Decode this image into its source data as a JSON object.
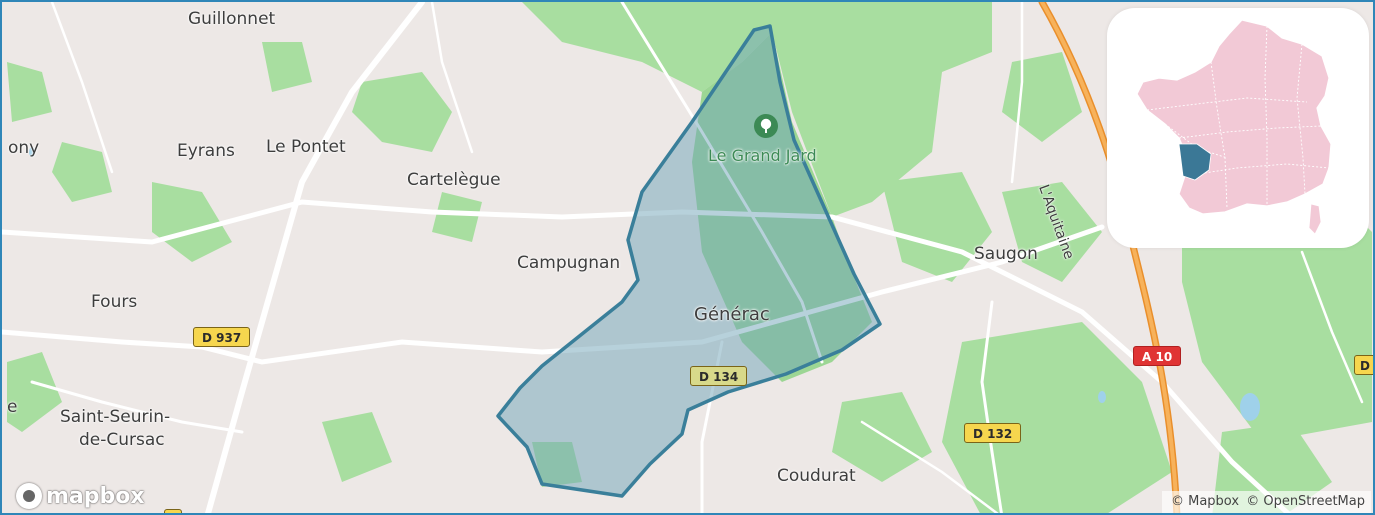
{
  "map": {
    "colors": {
      "land": "#ede8e6",
      "forest": "#a8dea0",
      "forest_dark": "#9cd694",
      "road": "#ffffff",
      "highway": "#f5a14a",
      "commune_fill": "#6fa4b8",
      "commune_stroke": "#3a7f9a",
      "frame": "#2f86b8",
      "poi": "#3c8a55"
    },
    "place_labels": [
      {
        "name": "Guillonnet",
        "key": "guillonnet"
      },
      {
        "name": "ony",
        "key": "ony"
      },
      {
        "name": "Eyrans",
        "key": "eyrans"
      },
      {
        "name": "Le Pontet",
        "key": "le-pontet"
      },
      {
        "name": "Cartelègue",
        "key": "cartelegue"
      },
      {
        "name": "Campugnan",
        "key": "campugnan"
      },
      {
        "name": "Fours",
        "key": "fours"
      },
      {
        "name": "Générac",
        "key": "generac"
      },
      {
        "name": "Saugon",
        "key": "saugon"
      },
      {
        "name": "Saint-Seurin-",
        "key": "saint-seurin-1"
      },
      {
        "name": "de-Cursac",
        "key": "saint-seurin-2"
      },
      {
        "name": "e",
        "key": "e-edge"
      },
      {
        "name": "Coudurat",
        "key": "coudurat"
      },
      {
        "name": "L'Aquitaine",
        "key": "aquitaine"
      }
    ],
    "poi": {
      "name": "Le Grand Jard",
      "icon": "tree-icon"
    },
    "road_shields": [
      {
        "ref": "D 937",
        "key": "d937"
      },
      {
        "ref": "D 134",
        "key": "d134"
      },
      {
        "ref": "A 10",
        "key": "a10"
      },
      {
        "ref": "D 132",
        "key": "d132"
      },
      {
        "ref": "D",
        "key": "d-edge"
      }
    ]
  },
  "inset": {
    "country_icon": "france-map-icon",
    "highlight_region": "Gironde",
    "colors": {
      "country": "#f2c9d6",
      "border": "#ffffff",
      "highlight": "#3b7896"
    }
  },
  "branding": {
    "logo_text": "mapbox",
    "logo_icon": "mapbox-logo-icon"
  },
  "attribution": {
    "mapbox": "© Mapbox",
    "osm": "© OpenStreetMap"
  }
}
